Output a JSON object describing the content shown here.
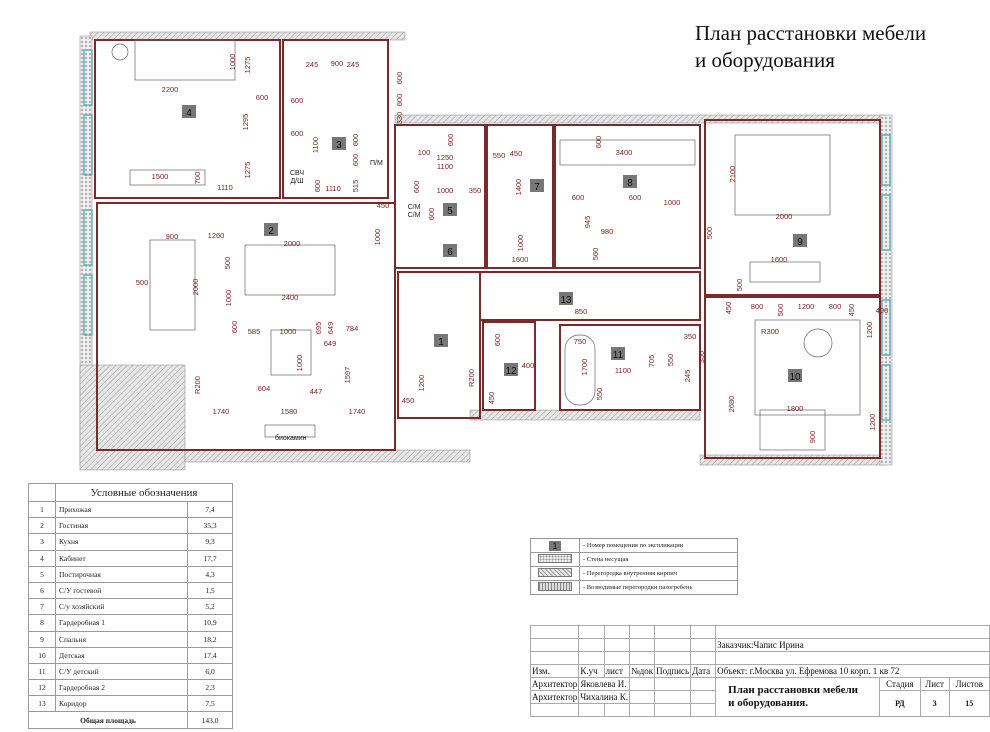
{
  "title": {
    "line1": "План расстановки мебели",
    "line2": "и оборудования"
  },
  "rooms_on_plan": [
    "1",
    "2",
    "3",
    "4",
    "5",
    "6",
    "7",
    "8",
    "9",
    "10",
    "11",
    "12",
    "13"
  ],
  "plan_labels": {
    "microwave_dishwasher": "СВЧ Д/Ш",
    "dishwasher": "П/М",
    "washer": "С/М С/М",
    "fireplace": "биокамин"
  },
  "dims": [
    "2200",
    "1000",
    "1275",
    "600",
    "1295",
    "1275",
    "1500",
    "700",
    "1110",
    "245",
    "900",
    "245",
    "600",
    "600",
    "1100",
    "600",
    "1110",
    "515",
    "600",
    "600",
    "600",
    "600",
    "330",
    "100",
    "1250",
    "1100",
    "600",
    "600",
    "1000",
    "350",
    "600",
    "450",
    "1000",
    "550",
    "450",
    "1400",
    "1000",
    "1600",
    "600",
    "3400",
    "600",
    "600",
    "1000",
    "945",
    "980",
    "560",
    "900",
    "1260",
    "2000",
    "500",
    "500",
    "2000",
    "1000",
    "2400",
    "600",
    "585",
    "1000",
    "695",
    "649",
    "784",
    "649",
    "1000",
    "1597",
    "R200",
    "604",
    "447",
    "1740",
    "1580",
    "1740",
    "600",
    "400",
    "450",
    "1200",
    "450",
    "R200",
    "850",
    "750",
    "1700",
    "1100",
    "550",
    "705",
    "550",
    "245",
    "350",
    "350",
    "2100",
    "2000",
    "500",
    "1600",
    "500",
    "450",
    "800",
    "500",
    "1200",
    "800",
    "450",
    "400",
    "1200",
    "R300",
    "2680",
    "1800",
    "900",
    "1200"
  ],
  "legend": {
    "title": "Условные обозначения",
    "rows": [
      {
        "num": "1",
        "name": "Прихожая",
        "area": "7,4"
      },
      {
        "num": "2",
        "name": "Гостиная",
        "area": "35,3"
      },
      {
        "num": "3",
        "name": "Кухня",
        "area": "9,3"
      },
      {
        "num": "4",
        "name": "Кабинет",
        "area": "17,7"
      },
      {
        "num": "5",
        "name": "Постирочная",
        "area": "4,3"
      },
      {
        "num": "6",
        "name": "С/У гостевой",
        "area": "1,5"
      },
      {
        "num": "7",
        "name": "С/у хозяйский",
        "area": "5,2"
      },
      {
        "num": "8",
        "name": "Гардеробная 1",
        "area": "10,9"
      },
      {
        "num": "9",
        "name": "Спальня",
        "area": "18,2"
      },
      {
        "num": "10",
        "name": "Детская",
        "area": "17,4"
      },
      {
        "num": "11",
        "name": "С/У детский",
        "area": "6,0"
      },
      {
        "num": "12",
        "name": "Гардеробная 2",
        "area": "2,3"
      },
      {
        "num": "13",
        "name": "Коридор",
        "area": "7,5"
      }
    ],
    "total_label": "Общая площадь",
    "total_area": "143,0"
  },
  "symbols": {
    "badge": "1",
    "items": [
      "- Номер помещения по экспликации",
      "- Стена несущая",
      "- Перегородка внутренняя кирпич",
      "- Возводимые перегородки пазогребень"
    ]
  },
  "titleblock": {
    "headers": [
      "Изм.",
      "К.уч",
      "лист",
      "№док",
      "Подпись",
      "Дата"
    ],
    "customer": "Заказчик:Чапис Ирина",
    "object": "Объект: г.Москва ул. Ефремова 10 корп. 1 кв 72",
    "role1": "Архитектор",
    "name1": "Яковлева И.",
    "role2": "Архитектор",
    "name2": "Чихалина К.",
    "sheet_title_1": "План расстановки мебели",
    "sheet_title_2": "и оборудования.",
    "stage_label": "Стадия",
    "sheet_label": "Лист",
    "sheets_label": "Листов",
    "stage": "РД",
    "sheet": "3",
    "sheets": "15"
  },
  "colors": {
    "wall": "#7a2a2a",
    "dimension": "#7a1e1e",
    "badge": "#777777",
    "window": "#5fb3b3"
  }
}
